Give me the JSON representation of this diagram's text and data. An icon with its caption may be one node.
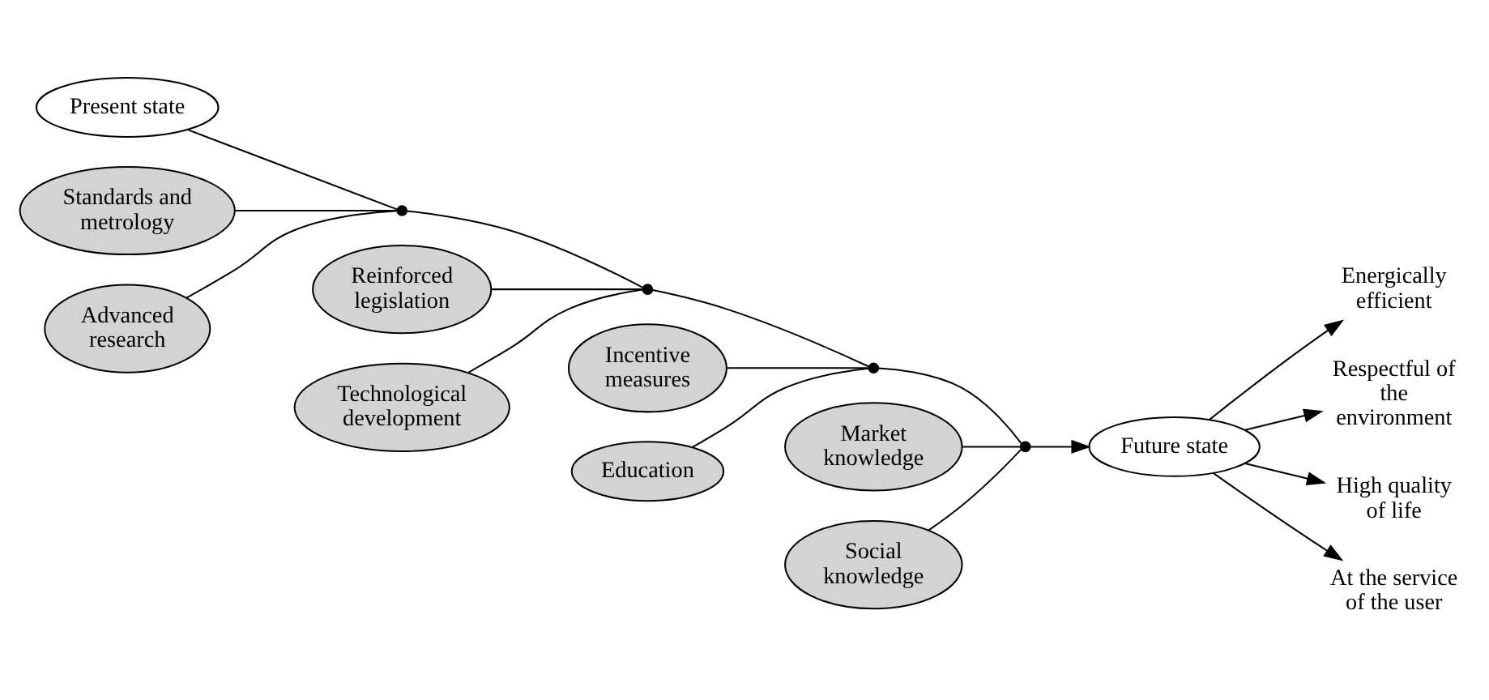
{
  "diagram": {
    "nodes": [
      {
        "text": [
          "Present state"
        ]
      },
      {
        "text": [
          "Standards and metrology"
        ]
      },
      {
        "text": [
          "Reinforced legislation"
        ]
      },
      {
        "text": [
          "Incentive measures"
        ]
      },
      {
        "text": [
          "Market knowledge"
        ]
      },
      {
        "text": [
          "Technological development"
        ]
      },
      {
        "text": [
          "Social knowledge"
        ]
      },
      {
        "text": [
          "Advanced research"
        ]
      },
      {
        "text": [
          "Education"
        ]
      },
      {
        "text": [],
        "shape": "circle"
      },
      {
        "text": [],
        "shape": "circle"
      },
      {
        "text": [],
        "shape": "circle"
      },
      {
        "text": [],
        "shape": "circle"
      },
      {
        "text": [
          "Future state"
        ]
      },
      {
        "text": [
          "Energically efficient"
        ]
      },
      {
        "text": [
          "Respectful of the environment"
        ]
      },
      {
        "text": [
          "High quality of life"
        ]
      },
      {
        "text": [
          "At the service of the user"
        ]
      }
    ],
    "edges": [
      {
        "from": 0,
        "to": 9,
        "arrow": "none"
      },
      {
        "from": 9,
        "to": 10,
        "arrow": "none"
      },
      {
        "from": 10,
        "to": 11,
        "arrow": "none"
      },
      {
        "from": 11,
        "to": 12,
        "arrow": "none"
      },
      {
        "from": 12,
        "to": 13,
        "arrow": "to"
      },
      {
        "from": 1,
        "to": 9,
        "arrow": "none"
      },
      {
        "from": 7,
        "to": 9,
        "arrow": "none"
      },
      {
        "from": 2,
        "to": 10,
        "arrow": "none"
      },
      {
        "from": 5,
        "to": 10,
        "arrow": "none"
      },
      {
        "from": 3,
        "to": 11,
        "arrow": "none"
      },
      {
        "from": 8,
        "to": 11,
        "arrow": "none"
      },
      {
        "from": 4,
        "to": 12,
        "arrow": "none"
      },
      {
        "from": 6,
        "to": 12,
        "arrow": "none"
      },
      {
        "from": 13,
        "to": 14,
        "arrow": "to"
      },
      {
        "from": 13,
        "to": 15,
        "arrow": "to"
      },
      {
        "from": 13,
        "to": 16,
        "arrow": "to"
      },
      {
        "from": 13,
        "to": 17,
        "arrow": "to"
      }
    ]
  }
}
